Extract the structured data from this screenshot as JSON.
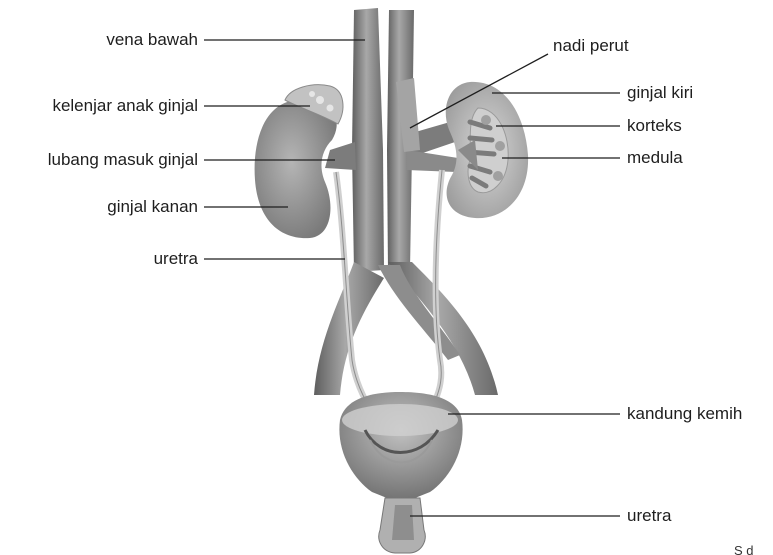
{
  "diagram": {
    "labels_left": [
      "vena  bawah",
      "kelenjar anak ginjal",
      "lubang masuk ginjal",
      "ginjal kanan",
      "uretra"
    ],
    "labels_right": [
      "nadi  perut",
      "ginjal kiri",
      "korteks",
      "medula",
      "kandung kemih",
      "uretra"
    ],
    "corner_fragment": "S  d"
  },
  "colors": {
    "line": "#1e1e1e",
    "organ_dark": "#6f6f6f",
    "organ_mid": "#9a9a9a",
    "organ_light": "#c9c9c9",
    "cortex": "#d9d9d9"
  }
}
